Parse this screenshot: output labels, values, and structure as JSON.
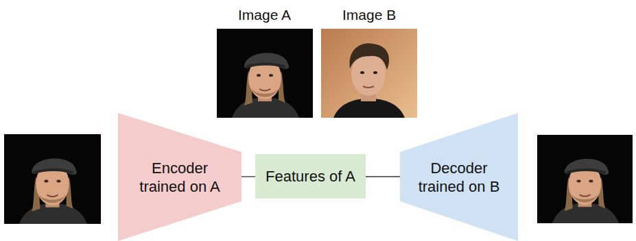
{
  "diagram": {
    "nodes": [
      {
        "text": [
          "Encoder trained on A"
        ]
      },
      {
        "text": [
          "Features of A"
        ]
      },
      {
        "text": [
          "Decoder trained on B"
        ]
      }
    ],
    "edges": [
      {
        "from": 0,
        "to": 1,
        "arrow": "none"
      },
      {
        "from": 1,
        "to": 2,
        "arrow": "none"
      }
    ],
    "labels": [
      "Image A",
      "Image B"
    ]
  }
}
